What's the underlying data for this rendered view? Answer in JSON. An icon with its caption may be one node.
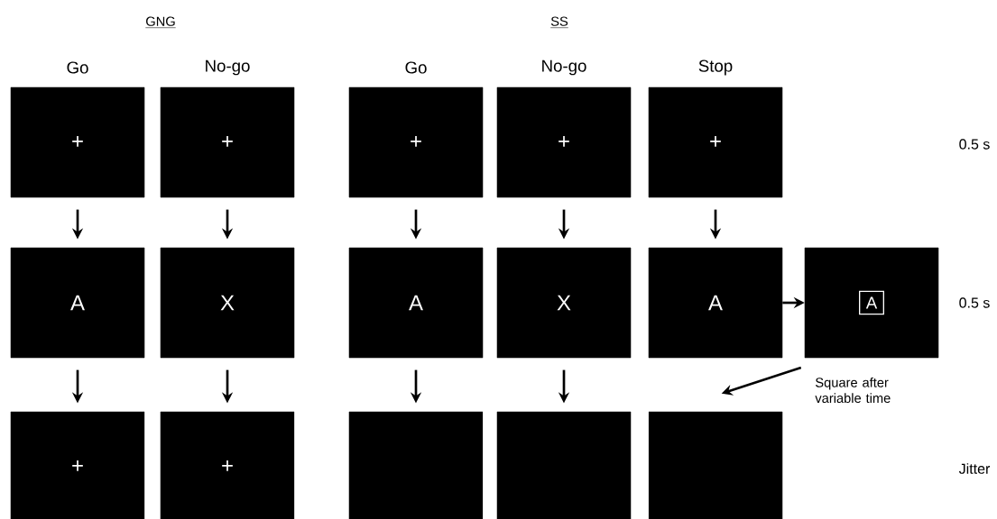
{
  "diagram": {
    "nodes": [
      {
        "text": [
          "+"
        ],
        "beside": [
          "Go"
        ]
      },
      {
        "text": [
          "+"
        ],
        "beside": [
          "No-go"
        ]
      },
      {
        "text": [
          "+"
        ],
        "beside": [
          "Go"
        ]
      },
      {
        "text": [
          "+"
        ],
        "beside": [
          "No-go"
        ]
      },
      {
        "text": [
          "+"
        ],
        "beside": [
          "Stop"
        ]
      },
      {
        "text": [
          "A"
        ]
      },
      {
        "text": [
          "X"
        ]
      },
      {
        "text": [
          "A"
        ]
      },
      {
        "text": [
          "X"
        ]
      },
      {
        "text": [
          "A"
        ]
      },
      {
        "text": [
          "A"
        ]
      },
      {
        "text": [
          "+"
        ]
      },
      {
        "text": [
          "+"
        ]
      },
      {
        "text": [],
        "shape": "box"
      },
      {
        "text": [],
        "shape": "box"
      },
      {
        "text": [],
        "shape": "box"
      }
    ],
    "edges": [
      {
        "from": 0,
        "to": 5,
        "arrow": "to"
      },
      {
        "from": 1,
        "to": 6,
        "arrow": "to"
      },
      {
        "from": 2,
        "to": 7,
        "arrow": "to"
      },
      {
        "from": 3,
        "to": 8,
        "arrow": "to"
      },
      {
        "from": 4,
        "to": 9,
        "arrow": "to"
      },
      {
        "from": 9,
        "to": 10,
        "arrow": "to"
      },
      {
        "from": 5,
        "to": 11,
        "arrow": "to"
      },
      {
        "from": 6,
        "to": 12,
        "arrow": "to"
      },
      {
        "from": 7,
        "to": 13,
        "arrow": "to"
      },
      {
        "from": 8,
        "to": 14,
        "arrow": "to"
      },
      {
        "from": 10,
        "to": 15,
        "arrow": "to",
        "label": "Square after variable time"
      }
    ],
    "labels": [
      "GNG",
      "SS",
      "0.5 s",
      "0.5 s",
      "Jitter"
    ]
  }
}
